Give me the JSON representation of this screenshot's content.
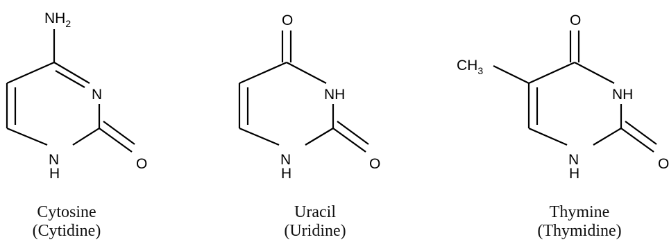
{
  "molecules": [
    {
      "id": "cytosine",
      "name": "Cytosine",
      "nucleoside": "(Cytidine)",
      "atoms": {
        "top": "NH",
        "top_sub": "2",
        "n3": "N",
        "n1": "N",
        "n1_h": "H",
        "o2": "O"
      }
    },
    {
      "id": "uracil",
      "name": "Uracil",
      "nucleoside": "(Uridine)",
      "atoms": {
        "top": "O",
        "n3": "NH",
        "n1": "N",
        "n1_h": "H",
        "o2": "O"
      }
    },
    {
      "id": "thymine",
      "name": "Thymine",
      "nucleoside": "(Thymidine)",
      "atoms": {
        "top": "O",
        "n3": "NH",
        "n1": "N",
        "n1_h": "H",
        "o2": "O",
        "methyl": "CH",
        "methyl_sub": "3"
      }
    }
  ]
}
